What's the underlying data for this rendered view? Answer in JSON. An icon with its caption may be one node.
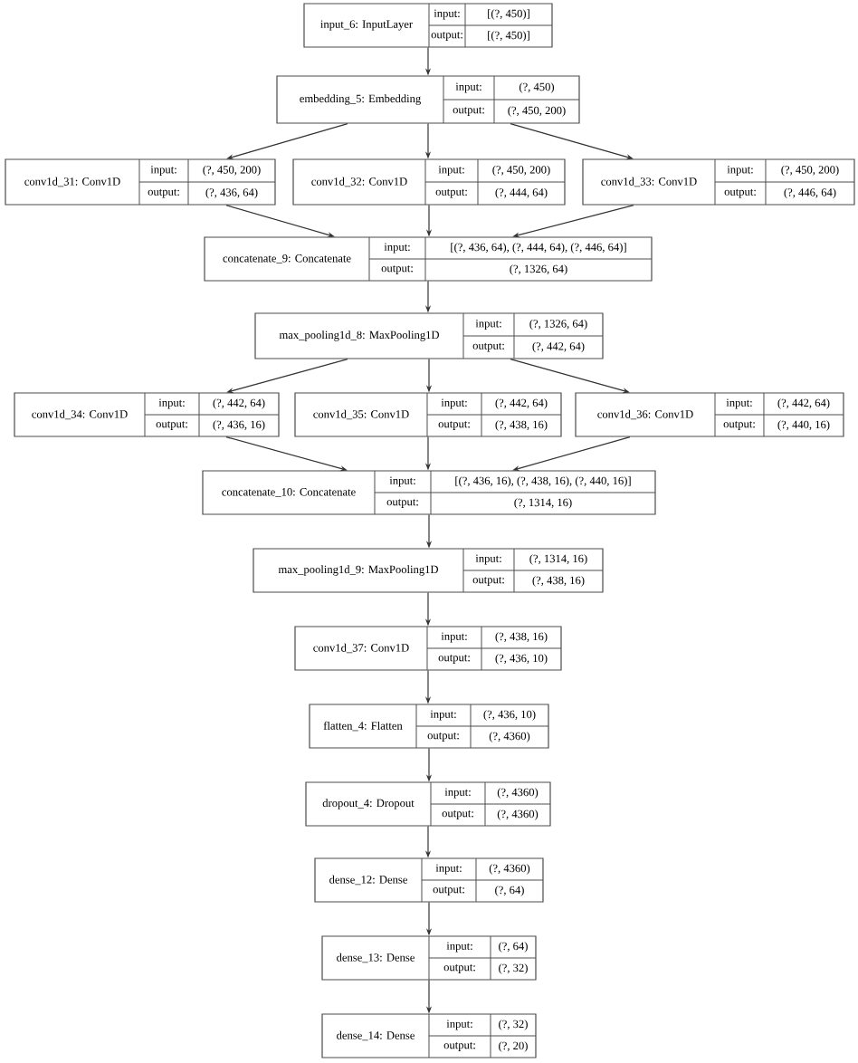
{
  "diagram": {
    "nodes": [
      {
        "text": [
          "input_6: InputLayer",
          "input:",
          "[(?, 450)]",
          "output:",
          "[(?, 450)]"
        ]
      },
      {
        "text": [
          "embedding_5: Embedding",
          "input:",
          "(?, 450)",
          "output:",
          "(?, 450, 200)"
        ]
      },
      {
        "text": [
          "conv1d_31: Conv1D",
          "input:",
          "(?, 450, 200)",
          "output:",
          "(?, 436, 64)"
        ]
      },
      {
        "text": [
          "conv1d_32: Conv1D",
          "input:",
          "(?, 450, 200)",
          "output:",
          "(?, 444, 64)"
        ]
      },
      {
        "text": [
          "conv1d_33: Conv1D",
          "input:",
          "(?, 450, 200)",
          "output:",
          "(?, 446, 64)"
        ]
      },
      {
        "text": [
          "concatenate_9: Concatenate",
          "input:",
          "[(?, 436, 64), (?, 444, 64), (?, 446, 64)]",
          "output:",
          "(?, 1326, 64)"
        ]
      },
      {
        "text": [
          "max_pooling1d_8: MaxPooling1D",
          "input:",
          "(?, 1326, 64)",
          "output:",
          "(?, 442, 64)"
        ]
      },
      {
        "text": [
          "conv1d_34: Conv1D",
          "input:",
          "(?, 442, 64)",
          "output:",
          "(?, 436, 16)"
        ]
      },
      {
        "text": [
          "conv1d_35: Conv1D",
          "input:",
          "(?, 442, 64)",
          "output:",
          "(?, 438, 16)"
        ]
      },
      {
        "text": [
          "conv1d_36: Conv1D",
          "input:",
          "(?, 442, 64)",
          "output:",
          "(?, 440, 16)"
        ]
      },
      {
        "text": [
          "concatenate_10: Concatenate",
          "input:",
          "[(?, 436, 16), (?, 438, 16), (?, 440, 16)]",
          "output:",
          "(?, 1314, 16)"
        ]
      },
      {
        "text": [
          "max_pooling1d_9: MaxPooling1D",
          "input:",
          "(?, 1314, 16)",
          "output:",
          "(?, 438, 16)"
        ]
      },
      {
        "text": [
          "conv1d_37: Conv1D",
          "input:",
          "(?, 438, 16)",
          "output:",
          "(?, 436, 10)"
        ]
      },
      {
        "text": [
          "flatten_4: Flatten",
          "input:",
          "(?, 436, 10)",
          "output:",
          "(?, 4360)"
        ]
      },
      {
        "text": [
          "dropout_4: Dropout",
          "input:",
          "(?, 4360)",
          "output:",
          "(?, 4360)"
        ]
      },
      {
        "text": [
          "dense_12: Dense",
          "input:",
          "(?, 4360)",
          "output:",
          "(?, 64)"
        ]
      },
      {
        "text": [
          "dense_13: Dense",
          "input:",
          "(?, 64)",
          "output:",
          "(?, 32)"
        ]
      },
      {
        "text": [
          "dense_14: Dense",
          "input:",
          "(?, 32)",
          "output:",
          "(?, 20)"
        ]
      }
    ],
    "edges": [
      {
        "from": 0,
        "to": 1,
        "arrow": "to"
      },
      {
        "from": 1,
        "to": 2,
        "arrow": "to"
      },
      {
        "from": 1,
        "to": 3,
        "arrow": "to"
      },
      {
        "from": 1,
        "to": 4,
        "arrow": "to"
      },
      {
        "from": 2,
        "to": 5,
        "arrow": "to"
      },
      {
        "from": 3,
        "to": 5,
        "arrow": "to"
      },
      {
        "from": 4,
        "to": 5,
        "arrow": "to"
      },
      {
        "from": 5,
        "to": 6,
        "arrow": "to"
      },
      {
        "from": 6,
        "to": 7,
        "arrow": "to"
      },
      {
        "from": 6,
        "to": 8,
        "arrow": "to"
      },
      {
        "from": 6,
        "to": 9,
        "arrow": "to"
      },
      {
        "from": 7,
        "to": 10,
        "arrow": "to"
      },
      {
        "from": 8,
        "to": 10,
        "arrow": "to"
      },
      {
        "from": 9,
        "to": 10,
        "arrow": "to"
      },
      {
        "from": 10,
        "to": 11,
        "arrow": "to"
      },
      {
        "from": 11,
        "to": 12,
        "arrow": "to"
      },
      {
        "from": 12,
        "to": 13,
        "arrow": "to"
      },
      {
        "from": 13,
        "to": 14,
        "arrow": "to"
      },
      {
        "from": 14,
        "to": 15,
        "arrow": "to"
      },
      {
        "from": 15,
        "to": 16,
        "arrow": "to"
      },
      {
        "from": 16,
        "to": 17,
        "arrow": "to"
      }
    ]
  }
}
